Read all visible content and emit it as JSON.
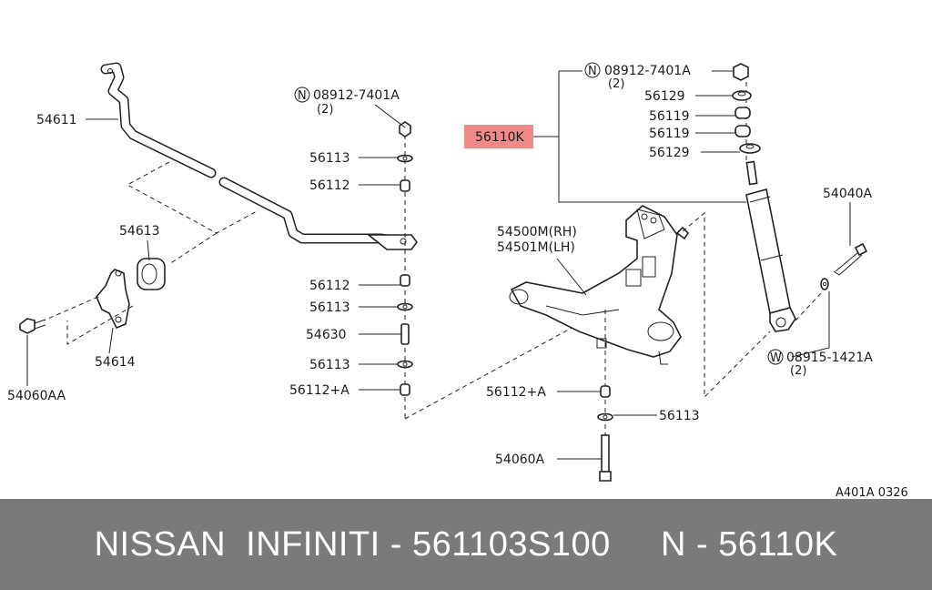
{
  "diagram": {
    "labels": {
      "nut_left": "08912-7401A",
      "nut_left_qty": "(2)",
      "nut_left_prefix": "N",
      "nut_right": "08912-7401A",
      "nut_right_qty": "(2)",
      "nut_right_prefix": "N",
      "bolt_right": "08915-1421A",
      "bolt_right_qty": "(2)",
      "bolt_right_prefix": "W",
      "stabilizer": "54611",
      "bushing": "54613",
      "clamp": "54614",
      "clamp_bolt": "54060AA",
      "washer_a1": "56113",
      "bushing_a1": "56112",
      "bushing_a2": "56112",
      "washer_a2": "56113",
      "link_bolt": "54630",
      "washer_a3": "56113",
      "bushing_a3": "56112+A",
      "shock_kit": "56110K",
      "mount_1": "56129",
      "mount_2": "56119",
      "mount_3": "56119",
      "mount_4": "56129",
      "shock": "54040A",
      "arm_rh": "54500M(RH)",
      "arm_lh": "54501M(LH)",
      "arm_bushing": "56112+A",
      "arm_washer": "56113",
      "arm_bolt": "54060A",
      "figure_code": "A401A 0326"
    },
    "colors": {
      "highlight": "#f08a8a",
      "footer_bg": "#7a7a7a"
    }
  },
  "footer": {
    "text": "NISSAN  INFINITI - 561103S100     N - 56110K"
  }
}
